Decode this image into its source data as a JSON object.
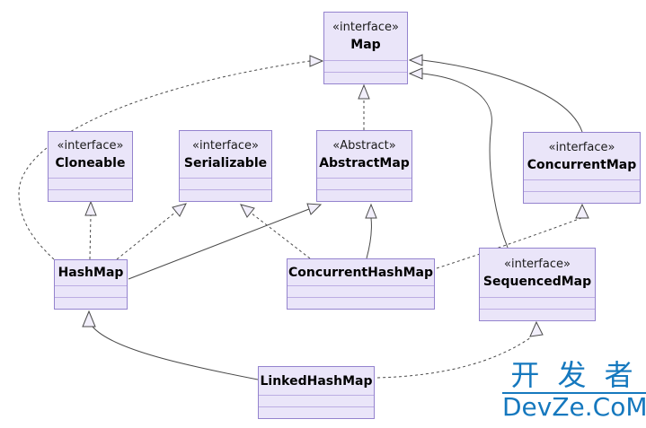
{
  "diagram": {
    "classes": {
      "map": {
        "stereotype": "«interface»",
        "name": "Map"
      },
      "cloneable": {
        "stereotype": "«interface»",
        "name": "Cloneable"
      },
      "serializable": {
        "stereotype": "«interface»",
        "name": "Serializable"
      },
      "abstractmap": {
        "stereotype": "«Abstract»",
        "name": "AbstractMap"
      },
      "concurrentmap": {
        "stereotype": "«interface»",
        "name": "ConcurrentMap"
      },
      "hashmap": {
        "name": "HashMap"
      },
      "concurrenthashmap": {
        "name": "ConcurrentHashMap"
      },
      "sequencedmap": {
        "stereotype": "«interface»",
        "name": "SequencedMap"
      },
      "linkedhashmap": {
        "name": "LinkedHashMap"
      }
    },
    "relations": [
      {
        "from": "HashMap",
        "to": "Map",
        "line": "dashed",
        "arrow": "hollow-triangle"
      },
      {
        "from": "HashMap",
        "to": "Cloneable",
        "line": "dashed",
        "arrow": "hollow-triangle"
      },
      {
        "from": "HashMap",
        "to": "Serializable",
        "line": "dashed",
        "arrow": "hollow-triangle"
      },
      {
        "from": "HashMap",
        "to": "AbstractMap",
        "line": "solid",
        "arrow": "hollow-triangle"
      },
      {
        "from": "ConcurrentHashMap",
        "to": "Serializable",
        "line": "dashed",
        "arrow": "hollow-triangle"
      },
      {
        "from": "ConcurrentHashMap",
        "to": "AbstractMap",
        "line": "solid",
        "arrow": "hollow-triangle"
      },
      {
        "from": "ConcurrentHashMap",
        "to": "ConcurrentMap",
        "line": "dashed",
        "arrow": "hollow-triangle"
      },
      {
        "from": "AbstractMap",
        "to": "Map",
        "line": "dashed",
        "arrow": "hollow-triangle"
      },
      {
        "from": "ConcurrentMap",
        "to": "Map",
        "line": "solid",
        "arrow": "hollow-triangle"
      },
      {
        "from": "SequencedMap",
        "to": "Map",
        "line": "solid",
        "arrow": "hollow-triangle"
      },
      {
        "from": "LinkedHashMap",
        "to": "HashMap",
        "line": "solid",
        "arrow": "hollow-triangle"
      },
      {
        "from": "LinkedHashMap",
        "to": "SequencedMap",
        "line": "dashed",
        "arrow": "hollow-triangle"
      }
    ],
    "colors": {
      "box_fill": "#eae5f9",
      "box_border": "#9483ce",
      "compartment_line": "#bcade3",
      "edge_line": "#4a4a4a",
      "arrowhead_fill": "#f2effb",
      "background": "#ffffff"
    }
  },
  "watermark": {
    "line1": "开 发 者",
    "line2": "DevZe.CoM",
    "color": "#1578be"
  }
}
